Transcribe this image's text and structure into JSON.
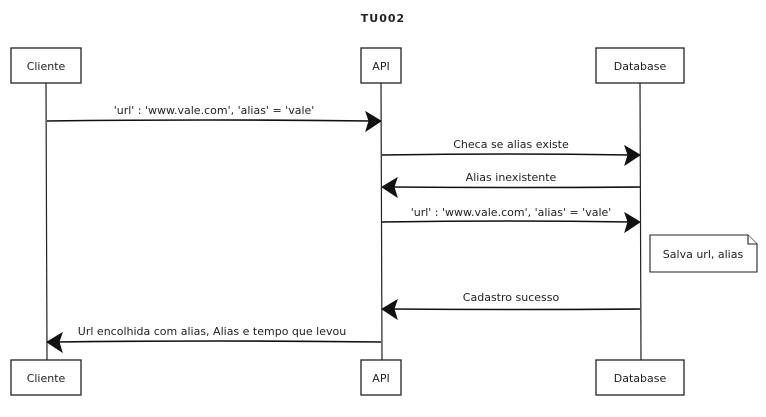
{
  "title": "TU002",
  "participants": {
    "cliente": "Cliente",
    "api": "API",
    "database": "Database"
  },
  "messages": [
    {
      "from": "cliente",
      "to": "api",
      "text": "'url' : 'www.vale.com', 'alias' = 'vale'"
    },
    {
      "from": "api",
      "to": "database",
      "text": "Checa se alias existe"
    },
    {
      "from": "database",
      "to": "api",
      "text": "Alias inexistente"
    },
    {
      "from": "api",
      "to": "database",
      "text": "'url' : 'www.vale.com', 'alias' = 'vale'"
    },
    {
      "from": "database",
      "to": "api",
      "text": "Cadastro sucesso"
    },
    {
      "from": "api",
      "to": "cliente",
      "text": "Url encolhida com alias, Alias e tempo que levou"
    }
  ],
  "note": {
    "text": "Salva url, alias"
  }
}
